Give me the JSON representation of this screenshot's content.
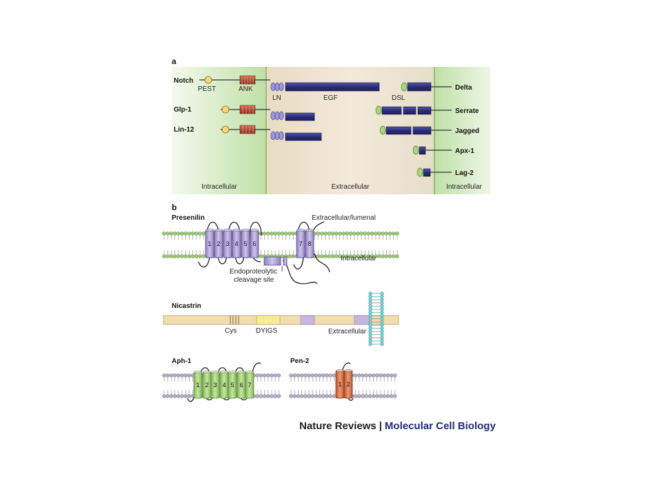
{
  "panel_a": {
    "label": "a",
    "regions": {
      "left": "Intracellular",
      "middle": "Extracellular",
      "right": "Intracellular"
    },
    "receptors": [
      "Notch",
      "Glp-1",
      "Lin-12"
    ],
    "ligands": [
      "Delta",
      "Serrate",
      "Jagged",
      "Apx-1",
      "Lag-2"
    ],
    "domains": {
      "pest": "PEST",
      "ank": "ANK",
      "ln": "LN",
      "egf": "EGF",
      "dsl": "DSL"
    }
  },
  "panel_b": {
    "label": "b",
    "presenilin": {
      "title": "Presenilin",
      "helices": [
        "1",
        "2",
        "3",
        "4",
        "5",
        "6",
        "7",
        "8"
      ],
      "extracellular": "Extracellular/lumenal",
      "intracellular": "Intracellular",
      "cleavage_line1": "Endoproteolytic",
      "cleavage_line2": "cleavage site"
    },
    "nicastrin": {
      "title": "Nicastrin",
      "cys": "Cys",
      "dyigs": "DYIGS",
      "extracellular": "Extracellular"
    },
    "aph1": {
      "title": "Aph-1",
      "helices": [
        "1",
        "2",
        "3",
        "4",
        "5",
        "6",
        "7"
      ]
    },
    "pen2": {
      "title": "Pen-2",
      "helices": [
        "1",
        "2"
      ]
    }
  },
  "footer": {
    "journal": "Nature Reviews",
    "separator": "|",
    "section": "Molecular Cell Biology"
  },
  "colors": {
    "intracellular_bg": "#cfe6b8",
    "extracellular_bg": "#efe3cf",
    "domain_blue": "#2d2f7c",
    "ank_red": "#b8412e",
    "pest_yellow": "#f4d97a",
    "presenilin_purple": "#a99ad0",
    "aph_green": "#a9d27e",
    "pen_red": "#cf6e48",
    "membrane_green": "#9cc97a",
    "membrane_purple": "#b6a9d8",
    "nicastrin_tan": "#f1d9a8",
    "tm_helix_teal": "#6cc3c6"
  }
}
